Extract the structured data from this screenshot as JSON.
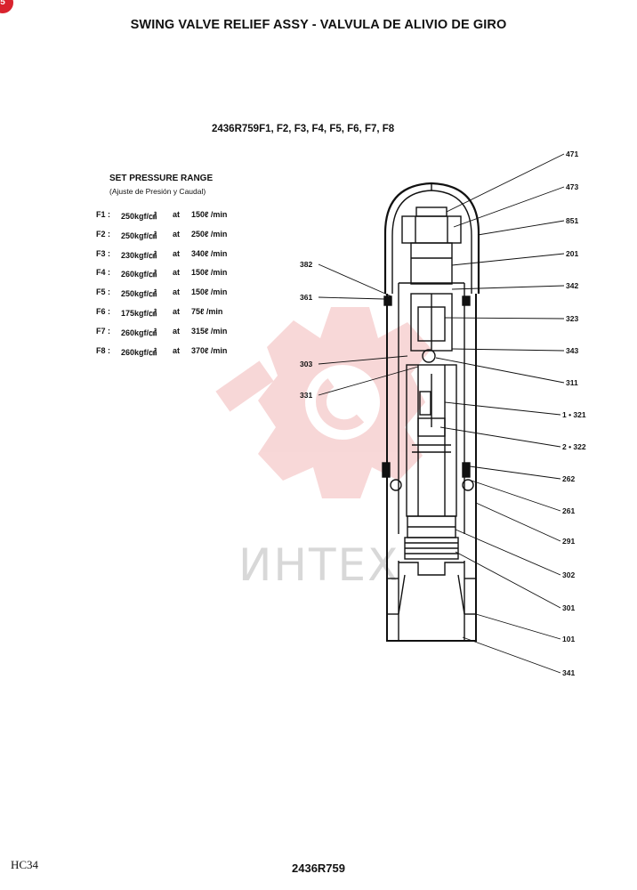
{
  "title": "SWING VALVE RELIEF ASSY - VALVULA DE ALIVIO DE GIRO",
  "model_line": "2436R759F1, F2, F3, F4, F5, F6, F7, F8",
  "corner_badge": "5",
  "set_pressure": {
    "heading": "SET PRESSURE RANGE",
    "subheading": "(Ajuste de Presión y Caudal)",
    "rows": [
      {
        "id": "F1 :",
        "pressure": "250kgf/㎠",
        "at": "at",
        "flow": "150ℓ /min"
      },
      {
        "id": "F2 :",
        "pressure": "250kgf/㎠",
        "at": "at",
        "flow": "250ℓ /min"
      },
      {
        "id": "F3 :",
        "pressure": "230kgf/㎠",
        "at": "at",
        "flow": "340ℓ /min"
      },
      {
        "id": "F4 :",
        "pressure": "260kgf/㎠",
        "at": "at",
        "flow": "150ℓ /min"
      },
      {
        "id": "F5 :",
        "pressure": "250kgf/㎠",
        "at": "at",
        "flow": "150ℓ /min"
      },
      {
        "id": "F6 :",
        "pressure": "175kgf/㎠",
        "at": "at",
        "flow": "75ℓ /min"
      },
      {
        "id": "F7 :",
        "pressure": "260kgf/㎠",
        "at": "at",
        "flow": "315ℓ /min"
      },
      {
        "id": "F8 :",
        "pressure": "260kgf/㎠",
        "at": "at",
        "flow": "370ℓ /min"
      }
    ]
  },
  "callouts": {
    "c471": "471",
    "c473": "473",
    "c851": "851",
    "c201": "201",
    "c342": "342",
    "c323": "323",
    "c343": "343",
    "c311": "311",
    "c321": "1 • 321",
    "c322": "2 • 322",
    "c262": "262",
    "c261": "261",
    "c291": "291",
    "c302": "302",
    "c301": "301",
    "c101": "101",
    "c341": "341",
    "c382": "382",
    "c361": "361",
    "c303": "303",
    "c331": "331"
  },
  "watermark": {
    "text": "ИНТЕХ",
    "color": "#f2b8b8"
  },
  "footer": {
    "left": "HC34",
    "center": "2436R759"
  }
}
